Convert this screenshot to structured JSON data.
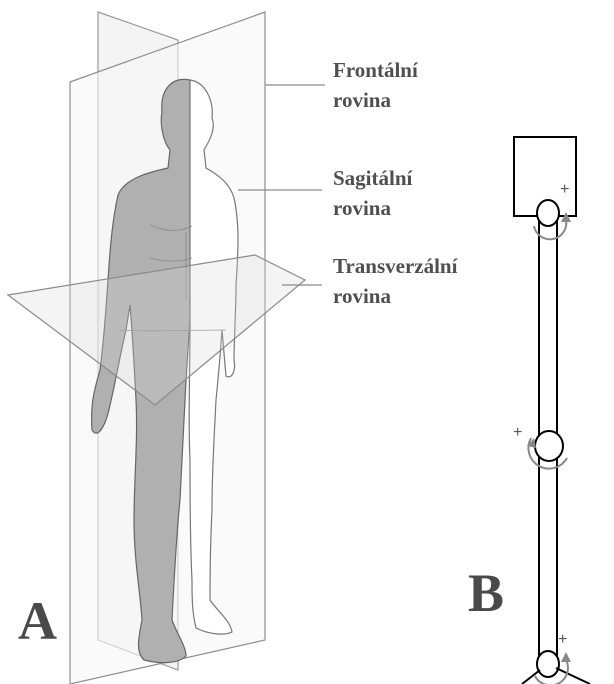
{
  "panel_a": {
    "letter": "A",
    "labels": {
      "frontal_line1": "Frontální",
      "frontal_line2": "rovina",
      "sagittal_line1": "Sagitální",
      "sagittal_line2": "rovina",
      "transverse_line1": "Transverzální",
      "transverse_line2": "rovina"
    }
  },
  "panel_b": {
    "letter": "B",
    "sign_marks": [
      "+",
      "+",
      "+"
    ]
  }
}
